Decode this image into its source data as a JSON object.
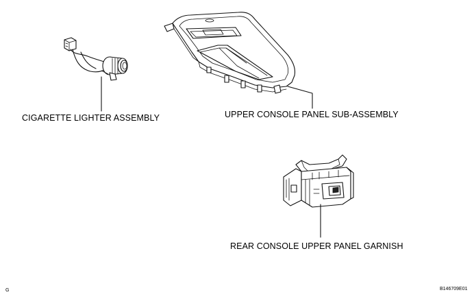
{
  "labels": {
    "cigarette_lighter": "CIGARETTE LIGHTER ASSEMBLY",
    "upper_console_panel": "UPPER CONSOLE PANEL SUB-ASSEMBLY",
    "rear_console_garnish": "REAR CONSOLE UPPER PANEL GARNISH"
  },
  "corner_marks": {
    "left": "G",
    "right": "B146709E01"
  }
}
